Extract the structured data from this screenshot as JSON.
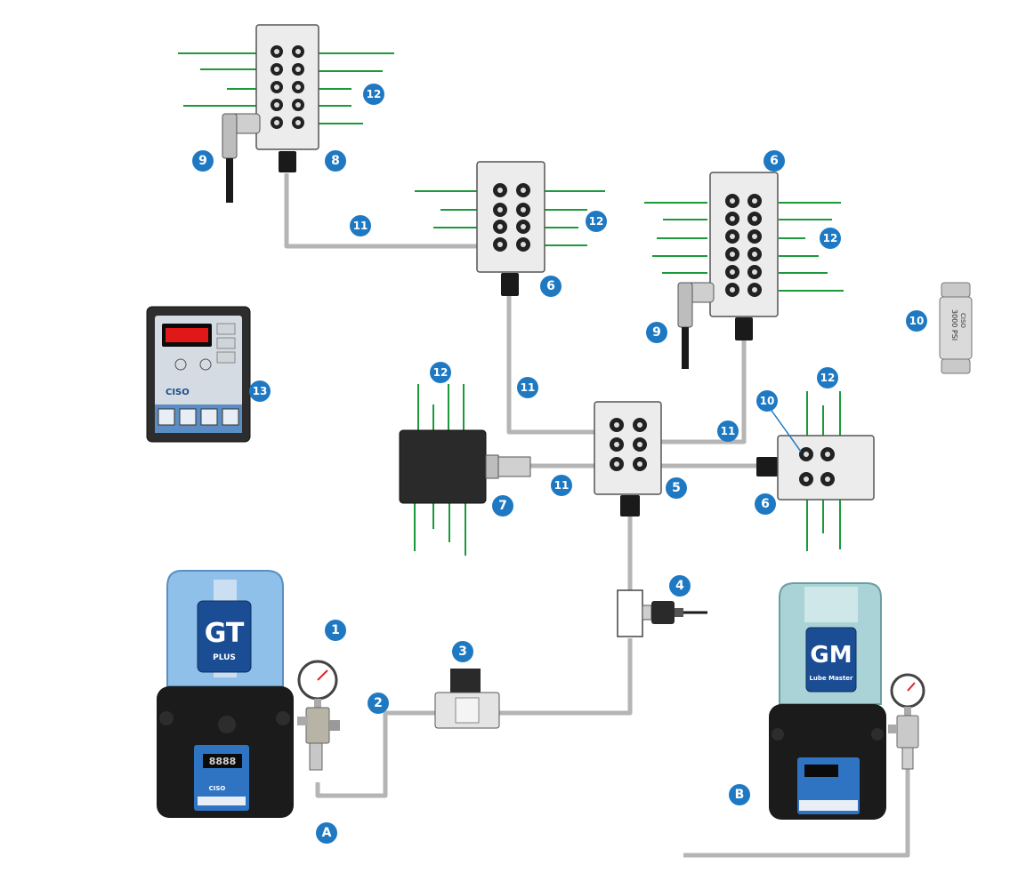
{
  "pumps": {
    "gt": {
      "logo": "GT",
      "sub": "PLUS",
      "brand": "CISO",
      "display": "8888"
    },
    "gm": {
      "logo": "GM",
      "sub": "Lube Master"
    }
  },
  "controller": {
    "brand": "CISO"
  },
  "filter_valve": {
    "text": "3000 PSI",
    "brand": "CISO"
  },
  "badges": {
    "b1": "1",
    "b2": "2",
    "b3": "3",
    "b4": "4",
    "b5": "5",
    "b6a": "6",
    "b6b": "6",
    "b6c": "6",
    "b7": "7",
    "b8": "8",
    "b9a": "9",
    "b9b": "9",
    "b10a": "10",
    "b10b": "10",
    "b11a": "11",
    "b11b": "11",
    "b11c": "11",
    "b11d": "11",
    "b12a": "12",
    "b12b": "12",
    "b12c": "12",
    "b12d": "12",
    "b12e": "12",
    "b13": "13",
    "bA": "A",
    "bB": "B"
  },
  "colors": {
    "badge": "#1f79c2",
    "feed_line": "#1a9a3a",
    "pipe": "#b5b5b5"
  }
}
